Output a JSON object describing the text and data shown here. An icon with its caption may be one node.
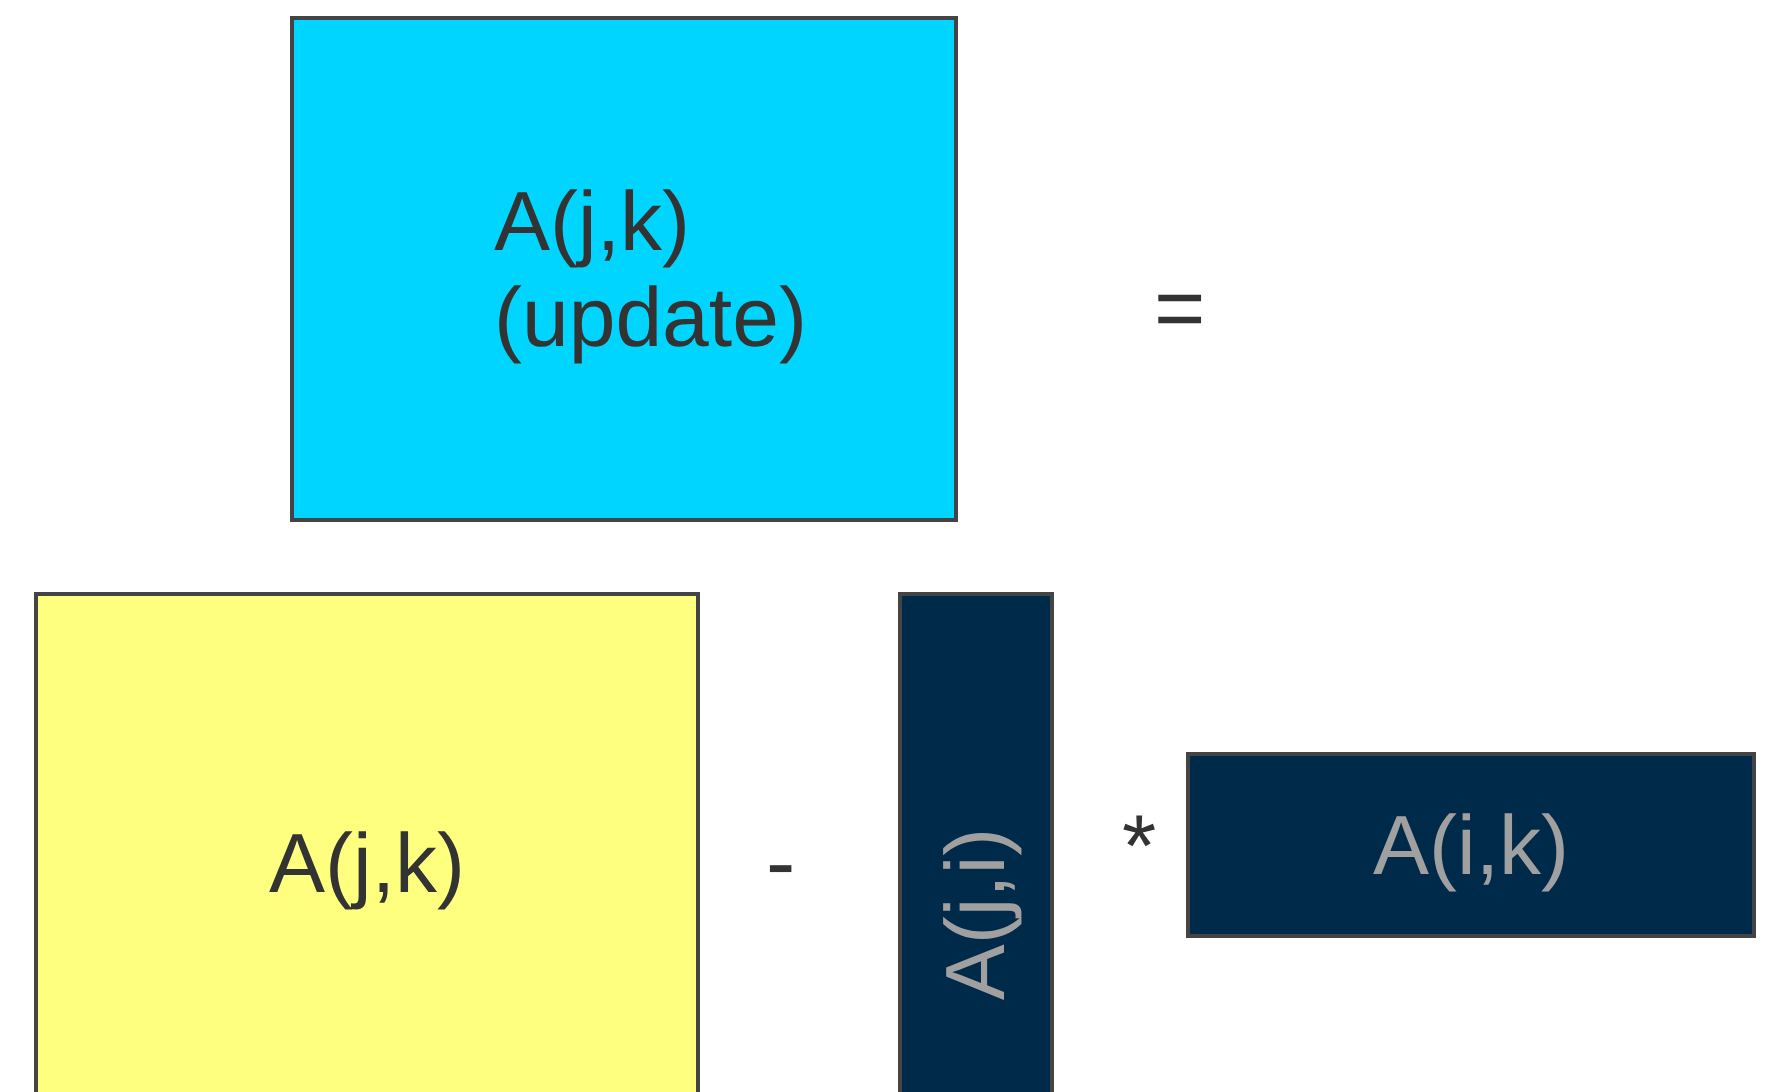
{
  "diagram": {
    "nodes": [
      {
        "text": [
          "A(j,k) (update)"
        ]
      },
      {
        "text": [
          "A(j,k)"
        ]
      },
      {
        "text": [
          "A(j,i)"
        ]
      },
      {
        "text": [
          "A(i,k)"
        ]
      }
    ],
    "labels": [
      "=",
      "-",
      "*"
    ]
  }
}
